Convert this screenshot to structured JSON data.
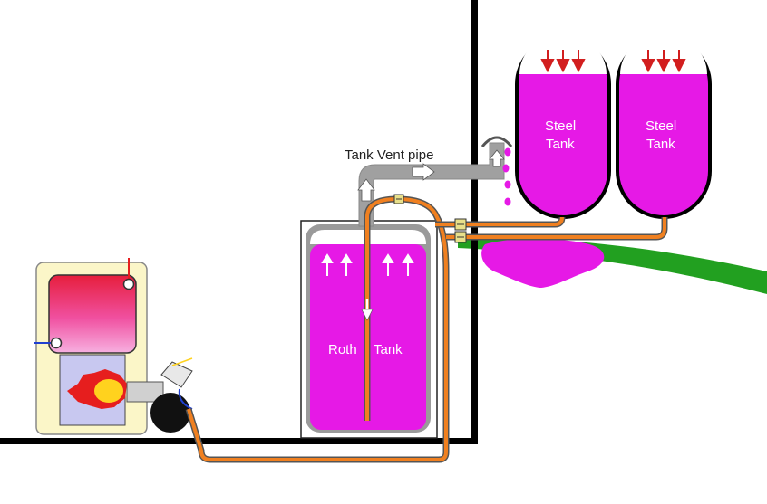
{
  "labels": {
    "vent_pipe": "Tank Vent pipe",
    "steel_tank_1_line1": "Steel",
    "steel_tank_1_line2": "Tank",
    "steel_tank_2_line1": "Steel",
    "steel_tank_2_line2": "Tank",
    "roth_tank_word1": "Roth",
    "roth_tank_word2": "Tank"
  },
  "colors": {
    "oil": "#e619e6",
    "feed_line": "#f08020",
    "vent_pipe": "#a0a0a0",
    "wall": "#000000",
    "ground": "#22a020",
    "boiler_cabinet": "#fbf6c8",
    "boiler_hot": "#e61e3c",
    "burner_flame": "#ffd21e",
    "burner_body": "#111111",
    "leak_arrows": "#d21e1e"
  },
  "icons": {
    "vent_cap": "vent-cap-icon",
    "valve": "valve-icon",
    "flow_arrow": "arrow-icon",
    "flame": "flame-icon"
  }
}
